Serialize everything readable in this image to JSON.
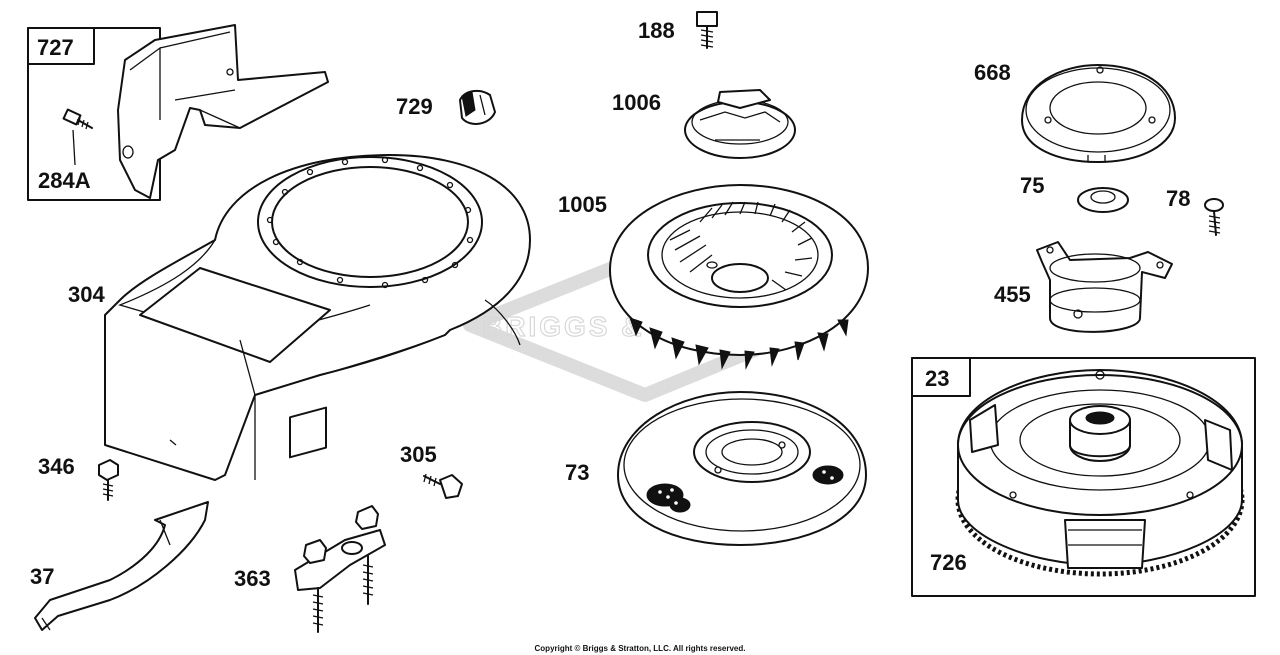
{
  "parts": {
    "p727": "727",
    "p284A": "284A",
    "p729": "729",
    "p188": "188",
    "p1006": "1006",
    "p1005": "1005",
    "p304": "304",
    "p346": "346",
    "p305": "305",
    "p37": "37",
    "p363": "363",
    "p73": "73",
    "p668": "668",
    "p75": "75",
    "p78": "78",
    "p455": "455",
    "p23": "23",
    "p726": "726"
  },
  "watermark": "BRIGGS & STRATTON",
  "copyright": "Copyright © Briggs & Stratton, LLC. All rights reserved."
}
